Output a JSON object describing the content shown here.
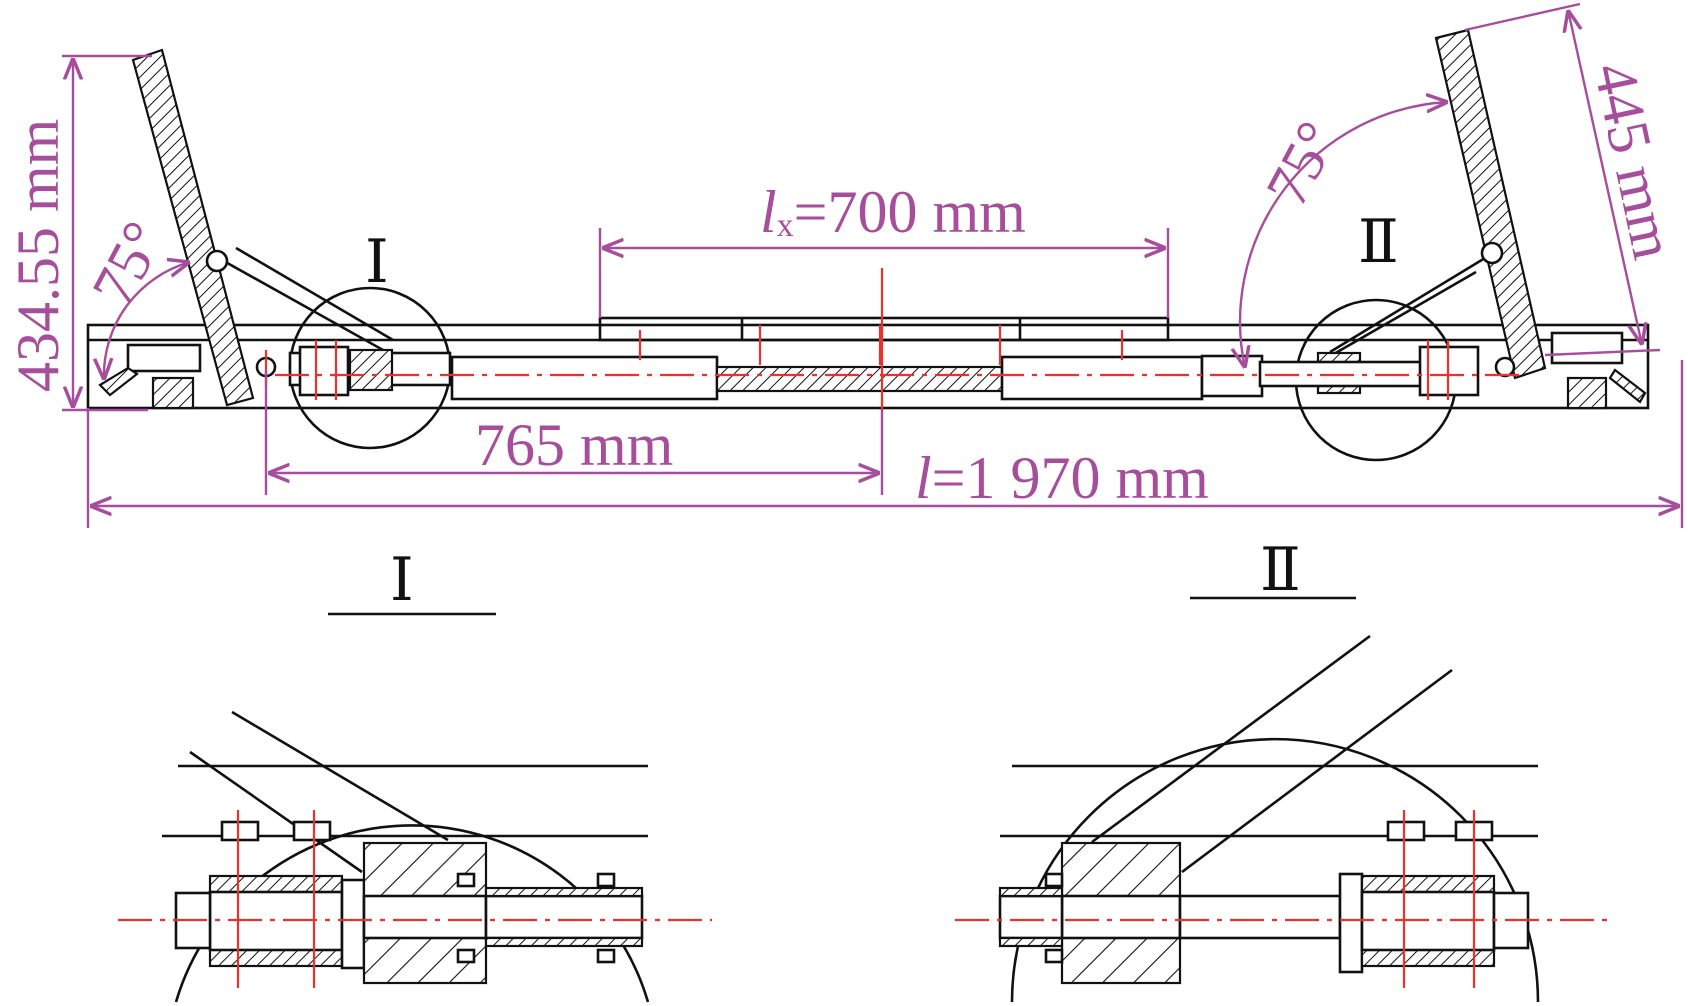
{
  "dimensions": {
    "lx_symbol": "l",
    "lx_sub": "x",
    "lx_value": "=700 mm",
    "length_symbol": "l",
    "length_value": "=1 970 mm",
    "center_offset": "765 mm",
    "left_height": "434.55 mm",
    "right_length": "445 mm",
    "left_angle": "75°",
    "right_angle": "75°"
  },
  "detail_labels": {
    "left": "Ⅰ",
    "right": "Ⅱ"
  },
  "colors": {
    "outline": "#111111",
    "centerline": "#e8322b",
    "dimension": "#a64d9b"
  }
}
